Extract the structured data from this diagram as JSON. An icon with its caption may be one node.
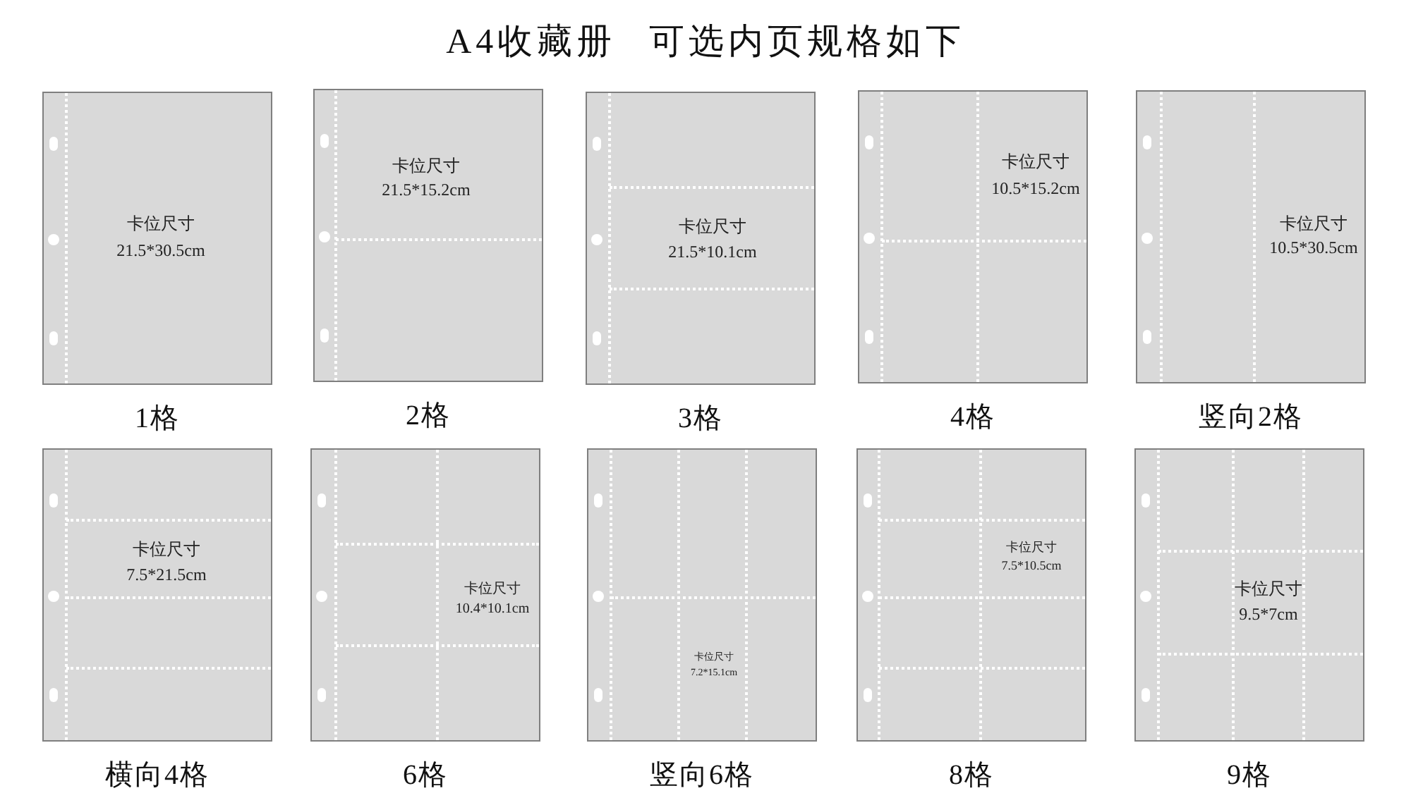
{
  "diagram": {
    "title": "A4收藏册 可选内页规格如下",
    "nodes": [
      {
        "text": [
          "卡位尺寸",
          "21.5*30.5cm"
        ],
        "beside": [
          "1格"
        ]
      },
      {
        "text": [
          "卡位尺寸",
          "21.5*15.2cm"
        ],
        "beside": [
          "2格"
        ]
      },
      {
        "text": [
          "卡位尺寸",
          "21.5*10.1cm"
        ],
        "beside": [
          "3格"
        ]
      },
      {
        "text": [
          "卡位尺寸",
          "10.5*15.2cm"
        ],
        "beside": [
          "4格"
        ]
      },
      {
        "text": [
          "卡位尺寸",
          "10.5*30.5cm"
        ],
        "beside": [
          "竖向2格"
        ]
      },
      {
        "text": [
          "卡位尺寸",
          "7.5*21.5cm"
        ],
        "beside": [
          "横向4格"
        ]
      },
      {
        "text": [
          "卡位尺寸",
          "10.4*10.1cm"
        ],
        "beside": [
          "6格"
        ]
      },
      {
        "text": [
          "卡位尺寸",
          "7.2*15.1cm"
        ],
        "beside": [
          "竖向6格"
        ]
      },
      {
        "text": [
          "卡位尺寸",
          "7.5*10.5cm"
        ],
        "beside": [
          "8格"
        ]
      },
      {
        "text": [
          "卡位尺寸",
          "9.5*7cm"
        ],
        "beside": [
          "9格"
        ]
      }
    ]
  }
}
